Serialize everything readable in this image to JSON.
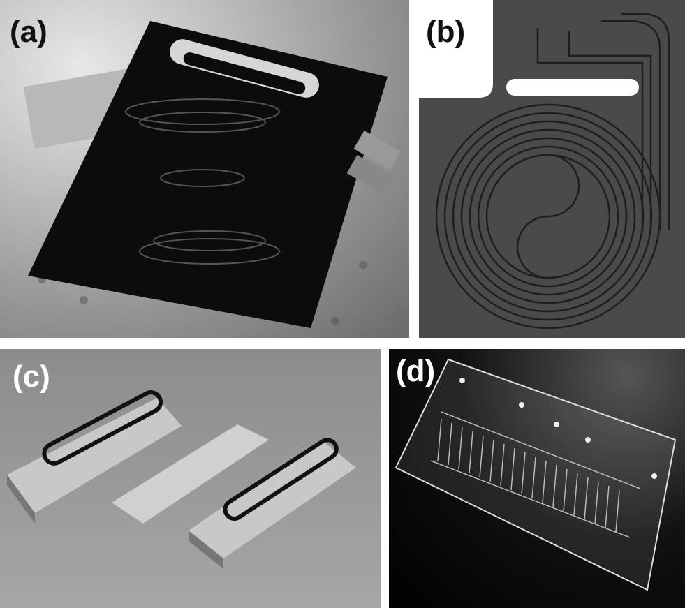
{
  "panels": [
    {
      "id": "a",
      "label": "(a)"
    },
    {
      "id": "b",
      "label": "(b)"
    },
    {
      "id": "c",
      "label": "(c)"
    },
    {
      "id": "d",
      "label": "(d)"
    }
  ],
  "colors": {
    "label_dark": "#111111",
    "label_light": "#ffffff"
  }
}
